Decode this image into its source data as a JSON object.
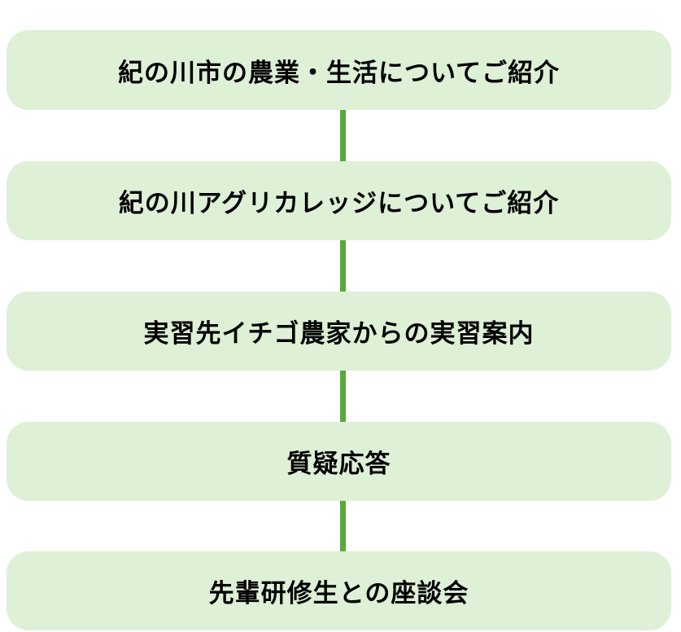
{
  "diagram": {
    "title": "program-flow",
    "colors": {
      "background": "#ffffff",
      "box_fill": "#def0d6",
      "connector": "#5ba837",
      "text": "#000000"
    },
    "steps": [
      {
        "label": "紀の川市の農業・生活についてご紹介"
      },
      {
        "label": "紀の川アグリカレッジについてご紹介"
      },
      {
        "label": "実習先イチゴ農家からの実習案内"
      },
      {
        "label": "質疑応答"
      },
      {
        "label": "先輩研修生との座談会"
      }
    ]
  }
}
